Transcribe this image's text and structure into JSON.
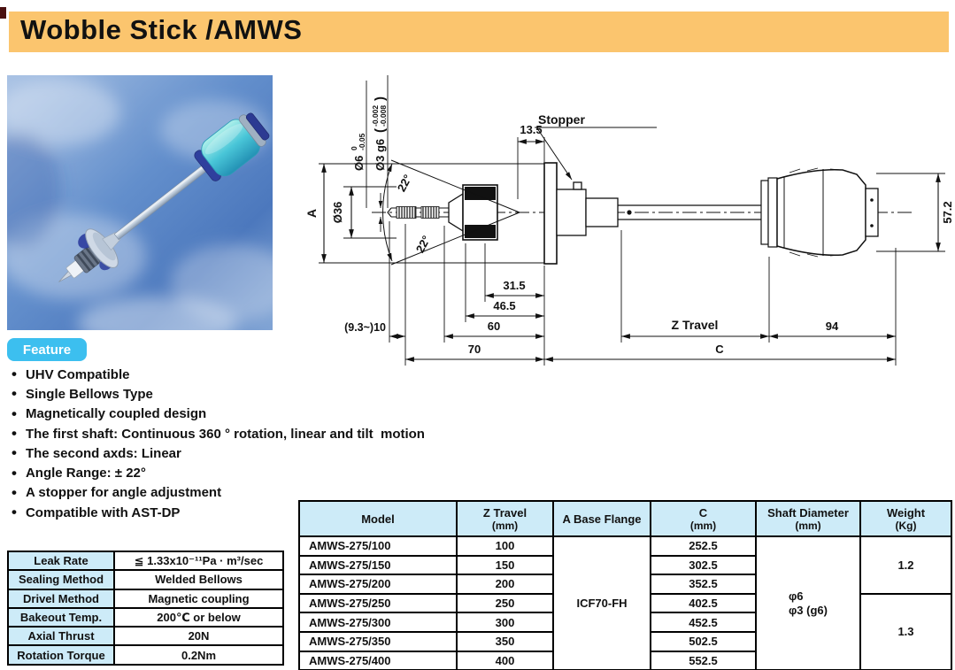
{
  "title": "Wobble Stick /AMWS",
  "feature": {
    "badge": "Feature",
    "items": [
      "UHV Compatible",
      "Single Bellows Type",
      "Magnetically coupled design",
      "The first shaft: Continuous 360 ° rotation, linear and tilt  motion",
      "The second axds: Linear",
      "Angle Range: ± 22°",
      "A stopper for angle adjustment",
      "Compatible with AST-DP"
    ]
  },
  "spec_table": {
    "rows": [
      {
        "label": "Leak Rate",
        "value": "≦ 1.33x10⁻¹¹Pa · m³/sec"
      },
      {
        "label": "Sealing Method",
        "value": "Welded Bellows"
      },
      {
        "label": "Drivel Method",
        "value": "Magnetic coupling"
      },
      {
        "label": "Bakeout Temp.",
        "value": "200℃ or below"
      },
      {
        "label": "Axial Thrust",
        "value": "20N"
      },
      {
        "label": "Rotation Torque",
        "value": "0.2Nm"
      }
    ]
  },
  "model_table": {
    "headers": [
      {
        "line1": "Model",
        "line2": ""
      },
      {
        "line1": "Z Travel",
        "line2": "(mm)"
      },
      {
        "line1": "A Base Flange",
        "line2": ""
      },
      {
        "line1": "C",
        "line2": "(mm)"
      },
      {
        "line1": "Shaft Diameter",
        "line2": "(mm)"
      },
      {
        "line1": "Weight",
        "line2": "(Kg)"
      }
    ],
    "base_flange": "ICF70-FH",
    "shaft_diameter_line1": "φ6",
    "shaft_diameter_line2": "φ3  (g6)",
    "weights": [
      {
        "value": "1.2"
      },
      {
        "value": "1.3"
      }
    ],
    "rows": [
      {
        "model": "AMWS-275/100",
        "z": "100",
        "c": "252.5"
      },
      {
        "model": "AMWS-275/150",
        "z": "150",
        "c": "302.5"
      },
      {
        "model": "AMWS-275/200",
        "z": "200",
        "c": "352.5"
      },
      {
        "model": "AMWS-275/250",
        "z": "250",
        "c": "402.5"
      },
      {
        "model": "AMWS-275/300",
        "z": "300",
        "c": "452.5"
      },
      {
        "model": "AMWS-275/350",
        "z": "350",
        "c": "502.5"
      },
      {
        "model": "AMWS-275/400",
        "z": "400",
        "c": "552.5"
      }
    ]
  },
  "drawing": {
    "dim_a": "A",
    "dia36": "Ø36",
    "dia6": {
      "label": "Ø6",
      "tol_top": "0",
      "tol_bottom": "-0.05"
    },
    "dia3": {
      "label": "Ø3 g6",
      "paren_open": "(",
      "tol_top": "-0.002",
      "tol_bottom": "-0.008",
      "paren_close": ")"
    },
    "angle_top": "22°",
    "angle_bottom": "22°",
    "dim_13_5": "13.5",
    "stopper": "Stopper",
    "dim_57_2": "57.2",
    "dim_31_5": "31.5",
    "dim_46_5": "46.5",
    "dim_60": "60",
    "dim_tip": "(9.3~)10",
    "dim_70": "70",
    "z_travel": "Z Travel",
    "dim_94": "94",
    "dim_c": "C"
  }
}
